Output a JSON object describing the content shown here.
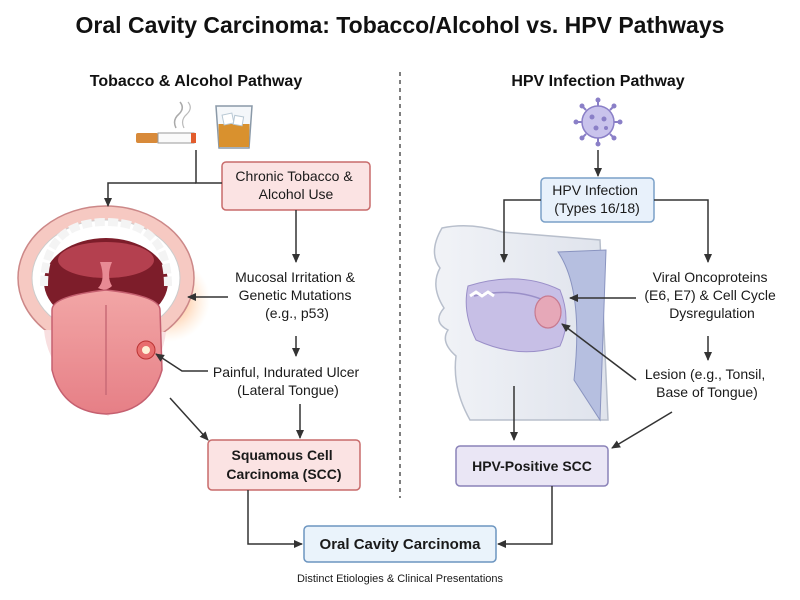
{
  "title": "Oral Cavity Carcinoma: Tobacco/Alcohol vs. HPV Pathways",
  "left": {
    "heading": "Tobacco & Alcohol Pathway",
    "chronic_use": [
      "Chronic Tobacco &",
      "Alcohol Use"
    ],
    "mucosal": [
      "Mucosal Irritation &",
      "Genetic Mutations",
      "(e.g., p53)"
    ],
    "ulcer": [
      "Painful, Indurated Ulcer",
      "(Lateral Tongue)"
    ],
    "scc": [
      "Squamous Cell",
      "Carcinoma (SCC)"
    ]
  },
  "right": {
    "heading": "HPV Infection Pathway",
    "hpv_infection": [
      "HPV Infection",
      "(Types 16/18)"
    ],
    "oncoproteins": [
      "Viral Oncoproteins",
      "(E6, E7) & Cell Cycle",
      "Dysregulation"
    ],
    "lesion": [
      "Lesion (e.g., Tonsil,",
      "Base of Tongue)"
    ],
    "scc": "HPV-Positive SCC"
  },
  "bottom": {
    "carcinoma": "Oral Cavity Carcinoma",
    "caption": "Distinct Etiologies & Clinical Presentations"
  },
  "colors": {
    "left_box_fill": "#fbe3e3",
    "left_box_stroke": "#c86b6b",
    "right_box_fill": "#eae6f5",
    "right_box_stroke": "#8a82b8",
    "hpv_box_fill": "#e8f1fb",
    "hpv_box_stroke": "#7aa0c8",
    "final_box_fill": "#eaf3fb",
    "final_box_stroke": "#6c95c0"
  },
  "icons": [
    "cigarette-icon",
    "whiskey-glass-icon",
    "virus-icon",
    "open-mouth-illustration",
    "head-sagittal-illustration"
  ]
}
